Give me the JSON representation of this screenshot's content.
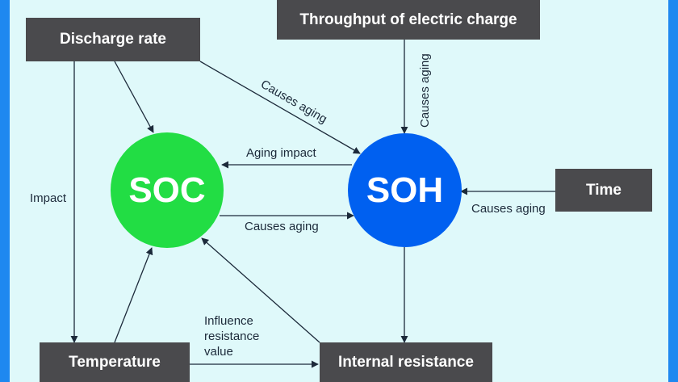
{
  "colors": {
    "border": "#1e88f0",
    "background": "#dff9fa",
    "box": "#4a4a4d",
    "soc": "#22dd44",
    "soh": "#0060f0",
    "arrow": "#1c2a3a"
  },
  "nodes": {
    "discharge_rate": "Discharge rate",
    "throughput": "Throughput of electric charge",
    "time": "Time",
    "temperature": "Temperature",
    "internal_resistance": "Internal resistance",
    "soc": "SOC",
    "soh": "SOH"
  },
  "edges": {
    "discharge_to_soh": "Causes aging",
    "throughput_to_soh": "Causes aging",
    "soh_to_soc": "Aging impact",
    "soc_to_soh": "Causes aging",
    "time_to_soh": "Causes aging",
    "discharge_to_temperature": "Impact",
    "temperature_to_resistance": [
      "Influence",
      "resistance",
      "value"
    ]
  }
}
